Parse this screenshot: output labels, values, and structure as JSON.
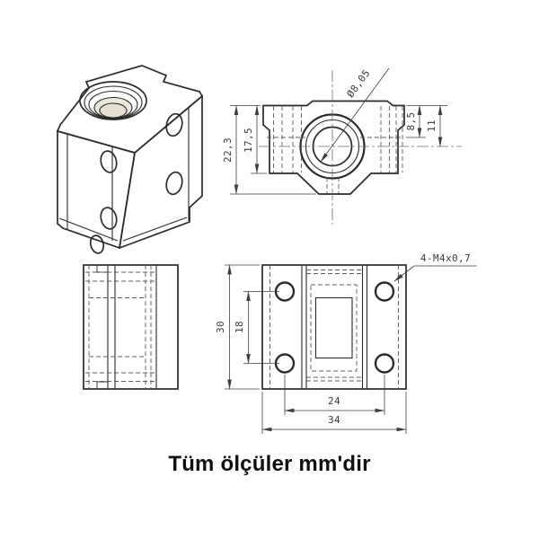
{
  "note": "Tüm ölçüler mm'dir",
  "front_view": {
    "total_height": "22,3",
    "upper_height": "17,5",
    "hole_offset_from_top": "8,5",
    "center_offset_from_top": "11",
    "bore_diameter": "Ø8,05"
  },
  "plan_view": {
    "overall_height": "30",
    "hole_spacing_vertical": "18",
    "hole_spacing_horizontal": "24",
    "overall_width": "34",
    "thread_callout": "4-M4x0,7"
  },
  "colors": {
    "line": "#2b2b2b",
    "hidden": "#5b5b5b",
    "centerline": "#6e6e6e",
    "dim": "#3f3f3f",
    "background": "#ffffff",
    "bore_fill": "#ece7db",
    "bore_fill_deep": "#e5dfcf"
  }
}
